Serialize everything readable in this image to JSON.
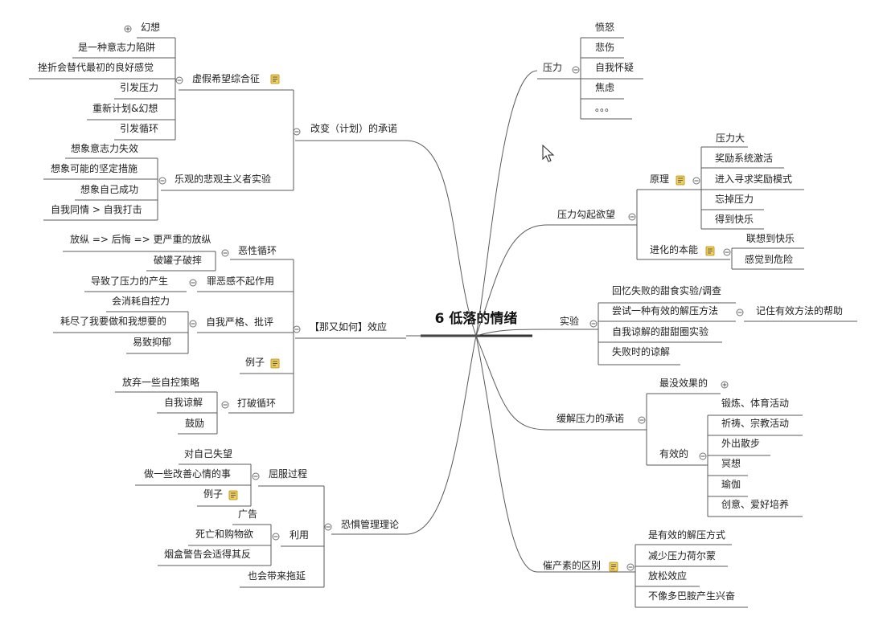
{
  "central_topic": "6 低落的情绪",
  "left_branches": {
    "commitment": {
      "label": "改变（计划）的承诺",
      "false_hope": {
        "label": "虚假希望综合征",
        "children": [
          "幻想",
          "是一种意志力陷阱",
          "挫折会替代最初的良好感觉",
          "引发压力",
          "重新计划&幻想",
          "引发循环"
        ]
      },
      "optimistic_pessimist": {
        "label": "乐观的悲观主义者实验",
        "children": [
          "想象意志力失效",
          "想象可能的坚定措施",
          "想象自己成功",
          "自我同情 > 自我打击"
        ]
      }
    },
    "what_the_hell": {
      "label": "【那又如何】效应",
      "vicious_cycle": {
        "label": "恶性循环",
        "children": [
          "放纵 => 后悔 => 更严重的放纵",
          "破罐子破摔"
        ]
      },
      "guilt": {
        "label": "罪恶感不起作用",
        "children": [
          "导致了压力的产生"
        ]
      },
      "self_criticism": {
        "label": "自我严格、批评",
        "children": [
          "会消耗自控力",
          "耗尽了我要做和我想要的",
          "易致抑郁"
        ]
      },
      "example": {
        "label": "例子"
      },
      "break_cycle": {
        "label": "打破循环",
        "children": [
          "放弃一些自控策略",
          "自我谅解",
          "鼓励"
        ]
      }
    },
    "terror": {
      "label": "恐惧管理理论",
      "submission": {
        "label": "屈服过程",
        "children": [
          "对自己失望",
          "做一些改善心情的事",
          "例子"
        ]
      },
      "utilize": {
        "label": "利用",
        "children": [
          "广告",
          "死亡和购物欲",
          "烟盒警告会适得其反"
        ]
      },
      "procrastination": "也会带来拖延"
    }
  },
  "right_branches": {
    "pressure": {
      "label": "压力",
      "children": [
        "愤怒",
        "悲伤",
        "自我怀疑",
        "焦虑",
        "。。。"
      ]
    },
    "stress_desire": {
      "label": "压力勾起欲望",
      "principle": {
        "label": "原理",
        "children": [
          "压力大",
          "奖励系统激活",
          "进入寻求奖励模式",
          "忘掉压力",
          "得到快乐"
        ]
      },
      "instinct": {
        "label": "进化的本能",
        "children": [
          "联想到快乐",
          "感觉到危险"
        ]
      }
    },
    "experiment": {
      "label": "实验",
      "children": [
        "回忆失败的甜食实验/调查",
        "尝试一种有效的解压方法",
        "自我谅解的甜甜圈实验",
        "失败时的谅解"
      ],
      "method_child": "记住有效方法的帮助"
    },
    "relief": {
      "label": "缓解压力的承诺",
      "least": {
        "label": "最没效果的"
      },
      "effective": {
        "label": "有效的",
        "children": [
          "锻炼、体育活动",
          "祈祷、宗教活动",
          "外出散步",
          "冥想",
          "瑜伽",
          "创意、爱好培养"
        ]
      }
    },
    "oxytocin": {
      "label": "催产素的区别",
      "children": [
        "是有效的解压方式",
        "减少压力荷尔蒙",
        "放松效应",
        "不像多巴胺产生兴奋"
      ]
    }
  }
}
